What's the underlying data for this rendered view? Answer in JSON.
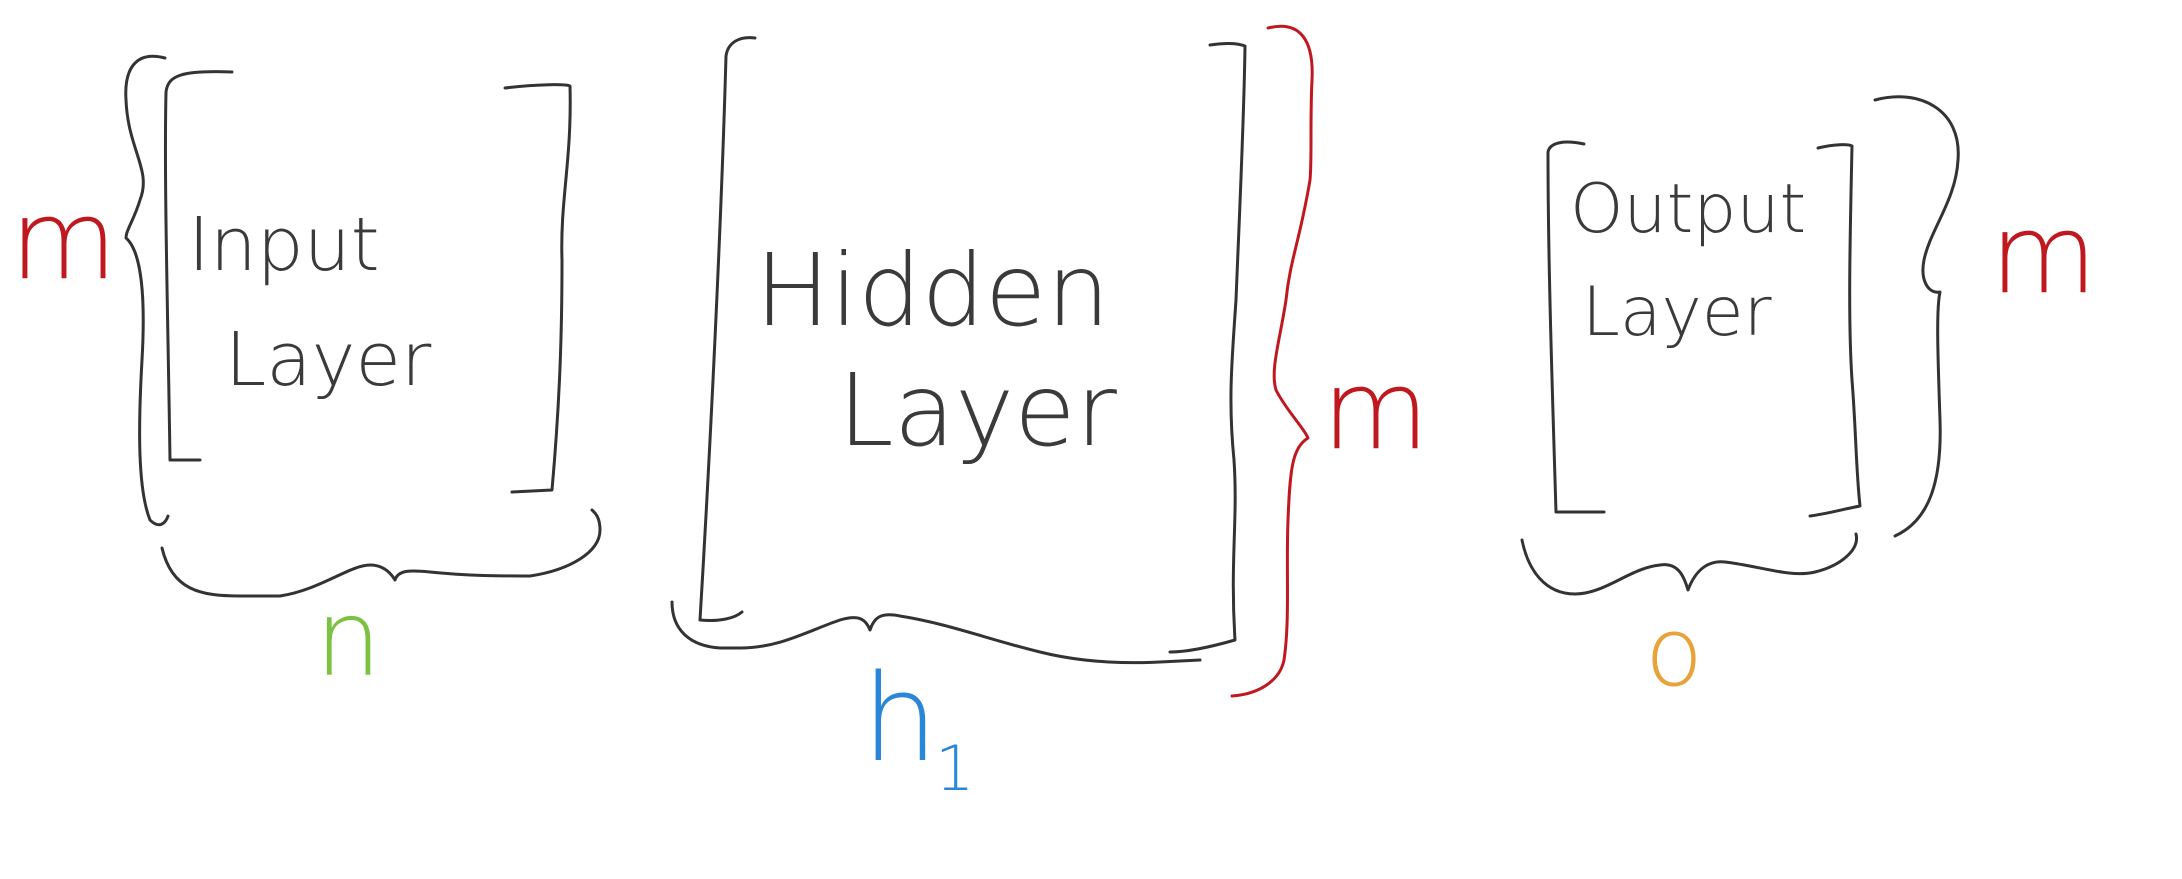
{
  "layers": [
    {
      "id": "input",
      "line1": "Input",
      "line2": "Layer",
      "width_label": "n",
      "height_label": "m"
    },
    {
      "id": "hidden",
      "line1": "Hidden",
      "line2": "Layer",
      "width_label": "h1",
      "height_label": "m"
    },
    {
      "id": "output",
      "line1": "Output",
      "line2": "Layer",
      "width_label": "o",
      "height_label": "m"
    }
  ],
  "colors": {
    "ink": "#333333",
    "m_label": "#c0181f",
    "n_label": "#7cc242",
    "h_label": "#2a86d6",
    "o_label": "#e8a23a"
  }
}
